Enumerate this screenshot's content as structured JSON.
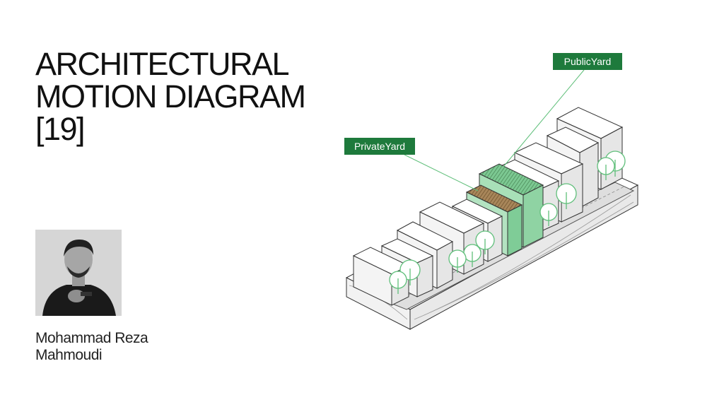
{
  "slide": {
    "title_lines": [
      "ARCHITECTURAL",
      "MOTION DIAGRAM",
      "[19]"
    ],
    "author_lines": [
      "Mohammad Reza",
      "Mahmoudi"
    ]
  },
  "diagram": {
    "labels": {
      "public_yard": "PublicYard",
      "private_yard": "PrivateYard"
    }
  },
  "colors": {
    "accent_green": "#1e7a3c",
    "yard_green": "#8fd3a3",
    "wood": "#8b6a3e"
  }
}
